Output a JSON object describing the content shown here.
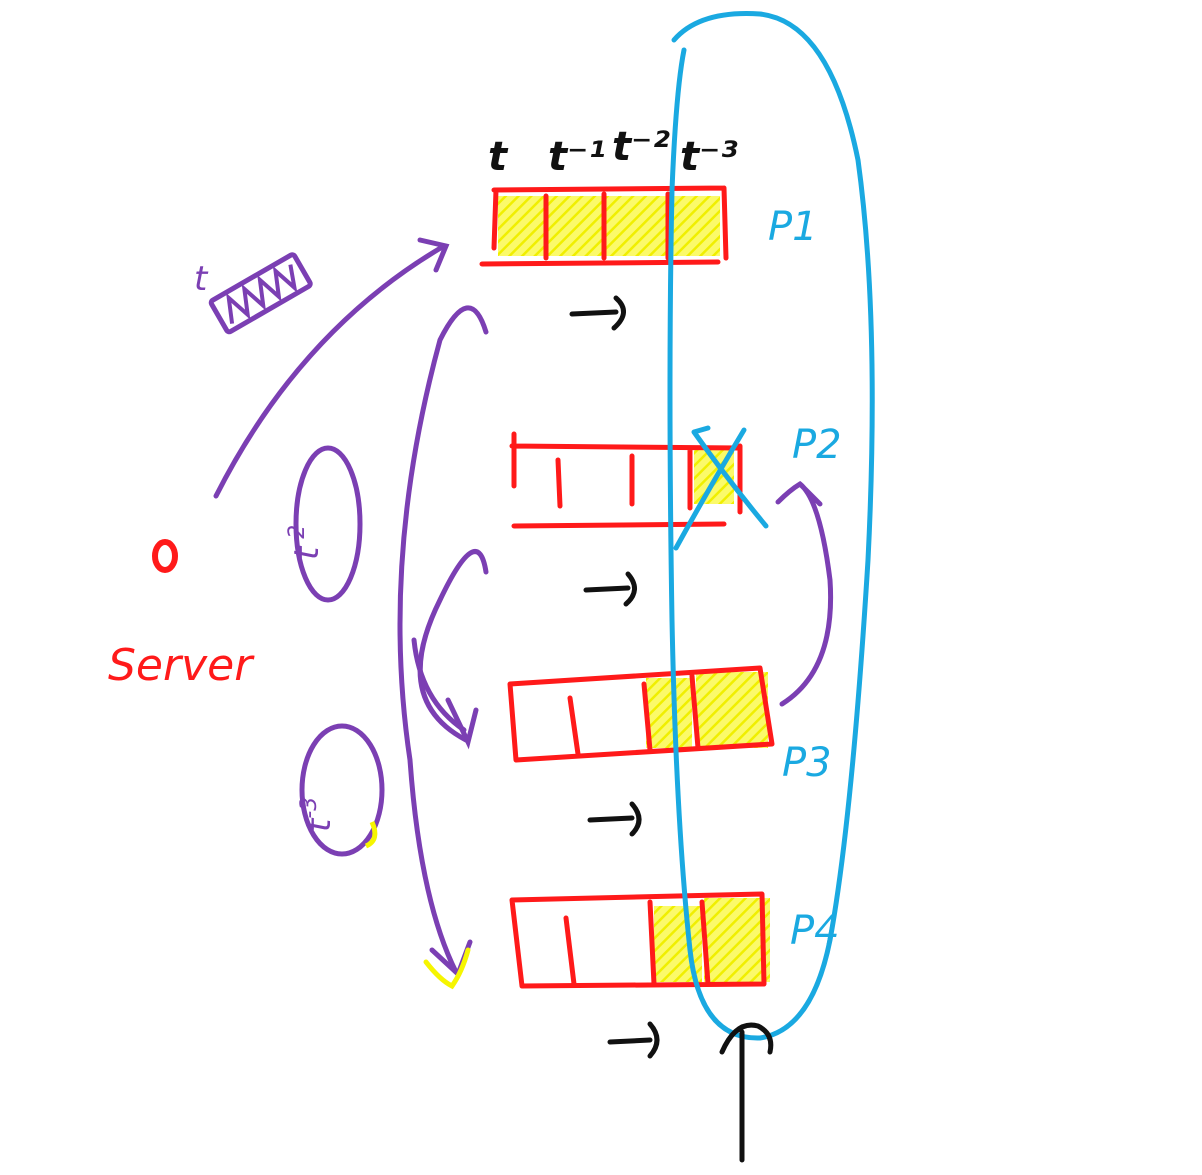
{
  "diagram": {
    "colors": {
      "red": "#ff1a1a",
      "purple": "#7b3fb3",
      "blue": "#1aa9e1",
      "yellow": "#f6f500",
      "black": "#111111"
    },
    "time_labels": [
      "t",
      "t⁻¹",
      "t⁻²",
      "t⁻³"
    ],
    "server_label": "Server",
    "packet_label": "t",
    "loop_labels": [
      {
        "base": "t",
        "exp": "-2"
      },
      {
        "base": "t",
        "exp": "-3"
      }
    ],
    "processes": [
      {
        "label": "P1",
        "highlighted_slots": [
          0,
          1,
          2,
          3
        ]
      },
      {
        "label": "P2",
        "highlighted_slots": [
          3
        ],
        "crossed_slot": 3
      },
      {
        "label": "P3",
        "highlighted_slots": [
          2,
          3
        ]
      },
      {
        "label": "P4",
        "highlighted_slots": [
          2,
          3
        ]
      }
    ],
    "shift_arrow": "→"
  }
}
